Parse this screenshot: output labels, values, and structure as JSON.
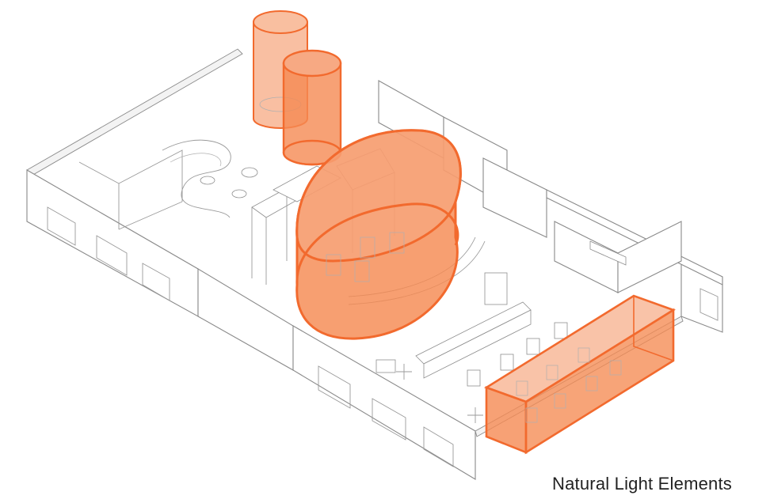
{
  "caption": "Natural Light Elements",
  "colors": {
    "highlight_stroke": "#f26a2e",
    "highlight_fill": "#f58a52",
    "highlight_fill_light": "#f7a983",
    "linework": "#8a8a8a"
  },
  "elements": [
    {
      "id": "skylight-cylinder-back",
      "kind": "cylinder"
    },
    {
      "id": "skylight-cylinder-front",
      "kind": "cylinder"
    },
    {
      "id": "central-oval-atrium",
      "kind": "oval-drum"
    },
    {
      "id": "right-clerestory-box",
      "kind": "box"
    }
  ]
}
